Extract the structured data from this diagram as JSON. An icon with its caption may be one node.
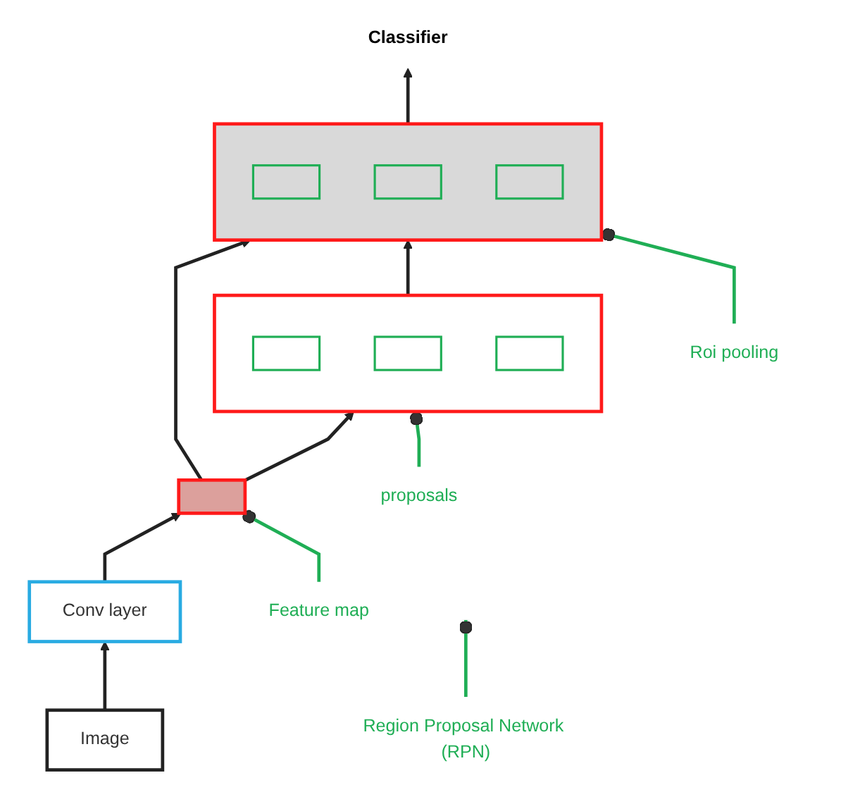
{
  "diagram": {
    "nodes": [
      {
        "text": [
          "Classifier"
        ]
      },
      {
        "text": [],
        "shape": "box"
      },
      {
        "text": [],
        "shape": "box",
        "in": 1
      },
      {
        "text": [],
        "shape": "box",
        "in": 1
      },
      {
        "text": [],
        "shape": "box",
        "in": 1
      },
      {
        "text": [
          "Roi pooling"
        ]
      },
      {
        "text": [],
        "shape": "box"
      },
      {
        "text": [],
        "shape": "box",
        "in": 6
      },
      {
        "text": [],
        "shape": "box",
        "in": 6
      },
      {
        "text": [],
        "shape": "box",
        "in": 6
      },
      {
        "text": [
          "proposals"
        ]
      },
      {
        "text": [
          "Region Proposal Network (RPN)"
        ]
      },
      {
        "text": [],
        "shape": "box"
      },
      {
        "text": [
          "Feature map"
        ]
      },
      {
        "text": [
          "Conv layer"
        ]
      },
      {
        "text": [
          "Image"
        ]
      }
    ],
    "edges": [
      {
        "from": 15,
        "to": 14,
        "arrow": "to"
      },
      {
        "from": 14,
        "to": 12,
        "arrow": "to"
      },
      {
        "from": 12,
        "to": 1,
        "arrow": "to"
      },
      {
        "from": 12,
        "to": 6,
        "arrow": "to"
      },
      {
        "from": 6,
        "to": 1,
        "arrow": "to"
      },
      {
        "from": 1,
        "to": 0,
        "arrow": "to"
      },
      {
        "from": 5,
        "to": 1,
        "arrow": "other",
        "color": "#1fae55"
      },
      {
        "from": 10,
        "to": 6,
        "arrow": "other",
        "color": "#1fae55"
      },
      {
        "from": 11,
        "to": null,
        "arrow": "other",
        "color": "#1fae55"
      },
      {
        "from": 13,
        "to": 12,
        "arrow": "other",
        "color": "#1fae55"
      }
    ]
  }
}
